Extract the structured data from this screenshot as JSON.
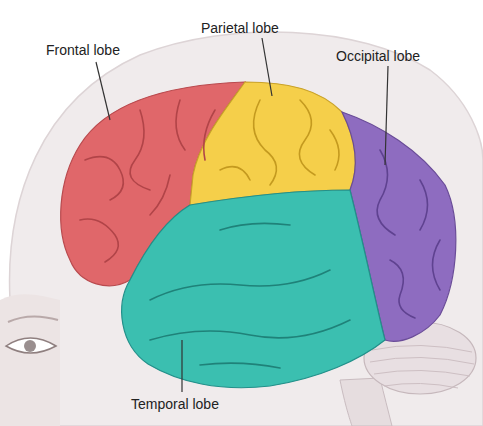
{
  "diagram": {
    "labels": [
      "Frontal lobe",
      "Parietal lobe",
      "Occipital lobe",
      "Temporal lobe"
    ]
  }
}
